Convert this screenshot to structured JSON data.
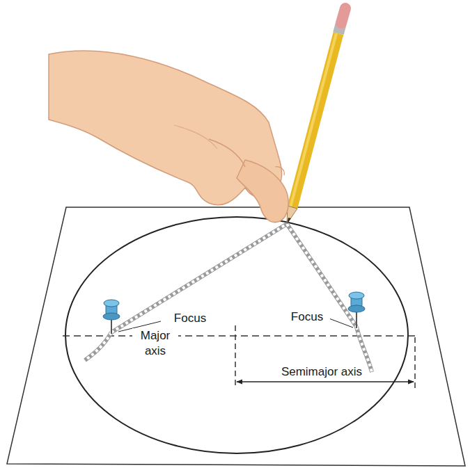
{
  "diagram": {
    "labels": [
      "Focus",
      "Focus",
      "Major axis",
      "Semimajor axis"
    ]
  }
}
